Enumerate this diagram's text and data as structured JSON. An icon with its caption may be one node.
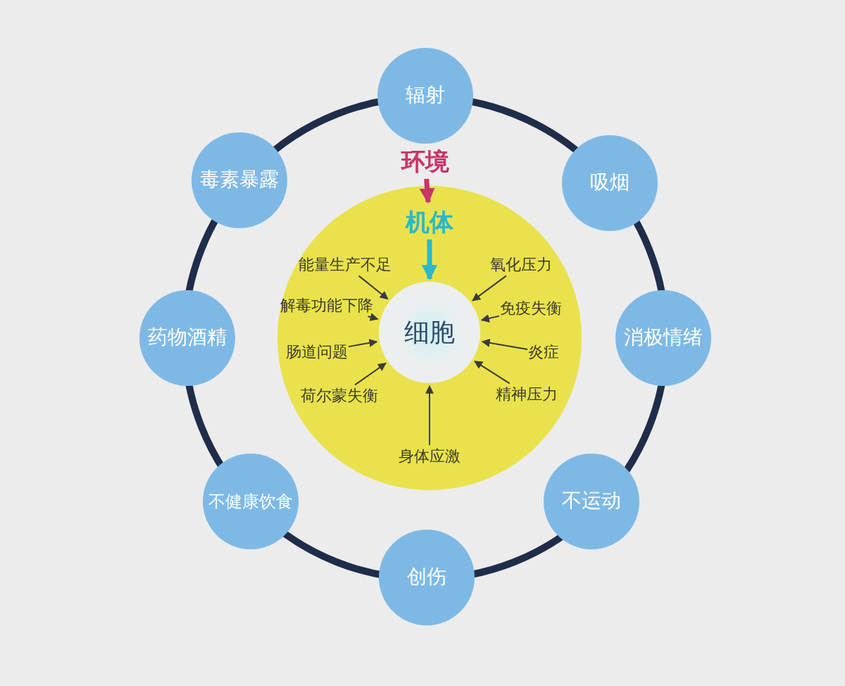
{
  "diagram": {
    "nodes": [
      {
        "text": [
          "辐射"
        ]
      },
      {
        "text": [
          "吸烟"
        ]
      },
      {
        "text": [
          "消极情绪"
        ]
      },
      {
        "text": [
          "不运动"
        ]
      },
      {
        "text": [
          "创伤"
        ]
      },
      {
        "text": [
          "不健康饮食"
        ]
      },
      {
        "text": [
          "药物酒精"
        ]
      },
      {
        "text": [
          "毒素暴露"
        ]
      },
      {
        "text": [
          "环境"
        ]
      },
      {
        "text": [],
        "shape": "circle"
      },
      {
        "text": [
          "机体"
        ],
        "in": 9
      },
      {
        "text": [
          "细胞"
        ],
        "in": 9
      },
      {
        "text": [
          "能量生产不足"
        ],
        "in": 9
      },
      {
        "text": [
          "氧化压力"
        ],
        "in": 9
      },
      {
        "text": [
          "解毒功能下降"
        ],
        "in": 9
      },
      {
        "text": [
          "免疫失衡"
        ],
        "in": 9
      },
      {
        "text": [
          "肠道问题"
        ],
        "in": 9
      },
      {
        "text": [
          "炎症"
        ],
        "in": 9
      },
      {
        "text": [
          "荷尔蒙失衡"
        ],
        "in": 9
      },
      {
        "text": [
          "精神压力"
        ],
        "in": 9
      },
      {
        "text": [
          "身体应激"
        ],
        "in": 9
      }
    ],
    "edges": [
      {
        "from": 8,
        "to": 10,
        "arrow": "to",
        "style": "thick",
        "color": "#c8366a"
      },
      {
        "from": 10,
        "to": 11,
        "arrow": "to",
        "style": "thick",
        "color": "#2bb8c8"
      },
      {
        "from": 12,
        "to": 11,
        "arrow": "to"
      },
      {
        "from": 13,
        "to": 11,
        "arrow": "to"
      },
      {
        "from": 14,
        "to": 11,
        "arrow": "to"
      },
      {
        "from": 15,
        "to": 11,
        "arrow": "to"
      },
      {
        "from": 16,
        "to": 11,
        "arrow": "to"
      },
      {
        "from": 17,
        "to": 11,
        "arrow": "to"
      },
      {
        "from": 18,
        "to": 11,
        "arrow": "to"
      },
      {
        "from": 19,
        "to": 11,
        "arrow": "to"
      },
      {
        "from": 20,
        "to": 11,
        "arrow": "to"
      }
    ]
  }
}
